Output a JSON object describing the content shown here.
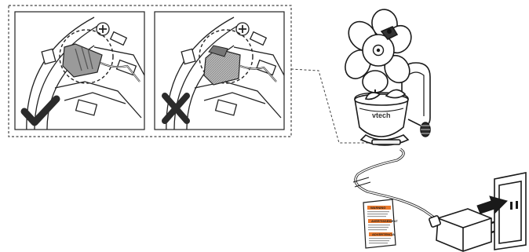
{
  "diagram": {
    "panels": [
      {
        "name": "correct-connection-panel",
        "mark": "check-mark-icon"
      },
      {
        "name": "incorrect-connection-panel",
        "mark": "cross-mark-icon"
      }
    ],
    "camera": {
      "brand_label": "vtech"
    },
    "warning_tag": {
      "lines": [
        "WARNING",
        "AVERTISSEMENT",
        "ADVERTENCIA"
      ]
    },
    "colors": {
      "line": "#1a1a1a",
      "gray": "#9a9a9a",
      "dark_gray": "#555555",
      "tag_orange": "#e8782c",
      "dashed_frame": "#444444"
    }
  }
}
